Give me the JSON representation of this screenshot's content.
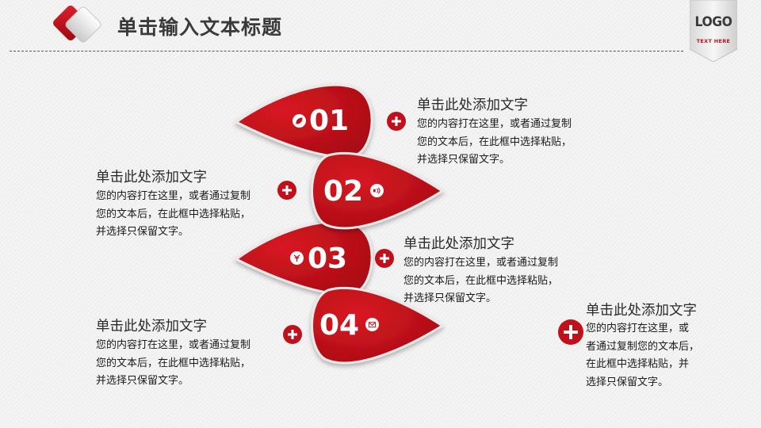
{
  "slide": {
    "title": "单击输入文本标题",
    "logo": {
      "text": "LOGO",
      "subtext": "TEXT HERE"
    },
    "accent_color": "#c0101c"
  },
  "items": [
    {
      "number": "01",
      "icon": "leaf-icon",
      "heading": "单击此处添加文字",
      "lines": [
        "您的内容打在这里，或者通过复制",
        "您的文本后，在此框中选择粘贴，",
        "并选择只保留文字。"
      ]
    },
    {
      "number": "02",
      "icon": "sound-icon",
      "heading": "单击此处添加文字",
      "lines": [
        "您的内容打在这里，或者通过复制",
        "您的文本后，在此框中选择粘贴，",
        "并选择只保留文字。"
      ]
    },
    {
      "number": "03",
      "icon": "antenna-icon",
      "heading": "单击此处添加文字",
      "lines": [
        "您的内容打在这里，或者通过复制",
        "您的文本后，在此框中选择粘贴，",
        "并选择只保留文字。"
      ]
    },
    {
      "number": "04",
      "icon": "mail-icon",
      "heading": "单击此处添加文字",
      "lines": [
        "您的内容打在这里，或者通过复制",
        "您的文本后，在此框中选择粘贴，",
        "并选择只保留文字。"
      ]
    }
  ],
  "extra_note": {
    "heading": "单击此处添加文字",
    "lines": [
      "您的内容打在这里，或",
      "者通过复制您的文本后，",
      "在此框中选择粘贴，并",
      "选择只保留文字。"
    ]
  }
}
